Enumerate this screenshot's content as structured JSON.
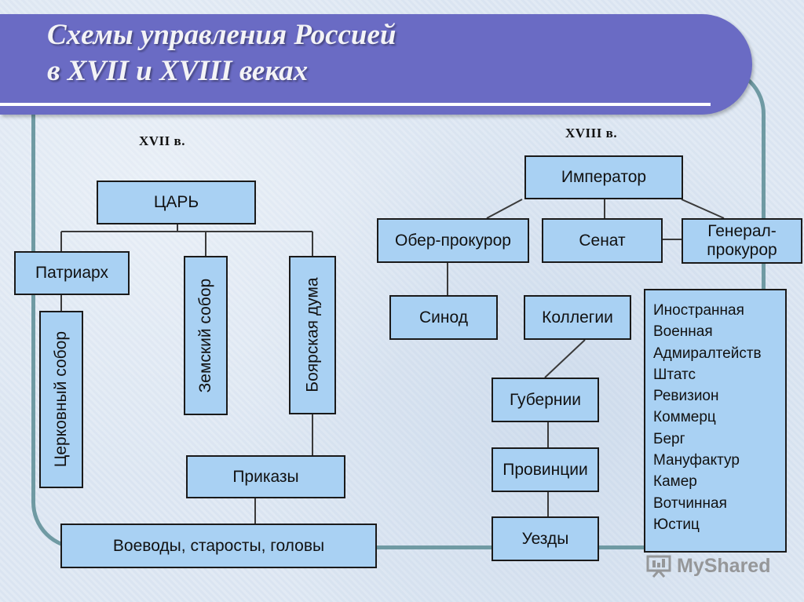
{
  "title": {
    "line1": "Схемы управления Россией",
    "line2": "в XVII и XVIII веках"
  },
  "era17": "XVII в.",
  "era18": "XVIII в.",
  "c17": {
    "tsar": "ЦАРЬ",
    "patriarch": "Патриарх",
    "church_council": "Церковный собор",
    "zemsky_sobor": "Земский собор",
    "boyar_duma": "Боярская дума",
    "prikazy": "Приказы",
    "voevody": "Воеводы, старосты, головы"
  },
  "c18": {
    "emperor": "Император",
    "ober_procurator": "Обер-прокурор",
    "senate": "Сенат",
    "general_procurator": "Генерал-прокурор",
    "synod": "Синод",
    "collegia": "Коллегии",
    "gubernii": "Губернии",
    "provinces": "Провинции",
    "uezdy": "Уезды",
    "colleges_list": [
      "Иностранная",
      "Военная",
      "Адмиралтейств",
      "Штатс",
      "Ревизион",
      "Коммерц",
      "Берг",
      "Мануфактур",
      "Камер",
      "Вотчинная",
      "Юстиц"
    ]
  },
  "watermark": "MyShared",
  "colors": {
    "banner": "#6a6bc4",
    "box_fill": "#a9d1f3",
    "frame": "#6f9aa3"
  }
}
